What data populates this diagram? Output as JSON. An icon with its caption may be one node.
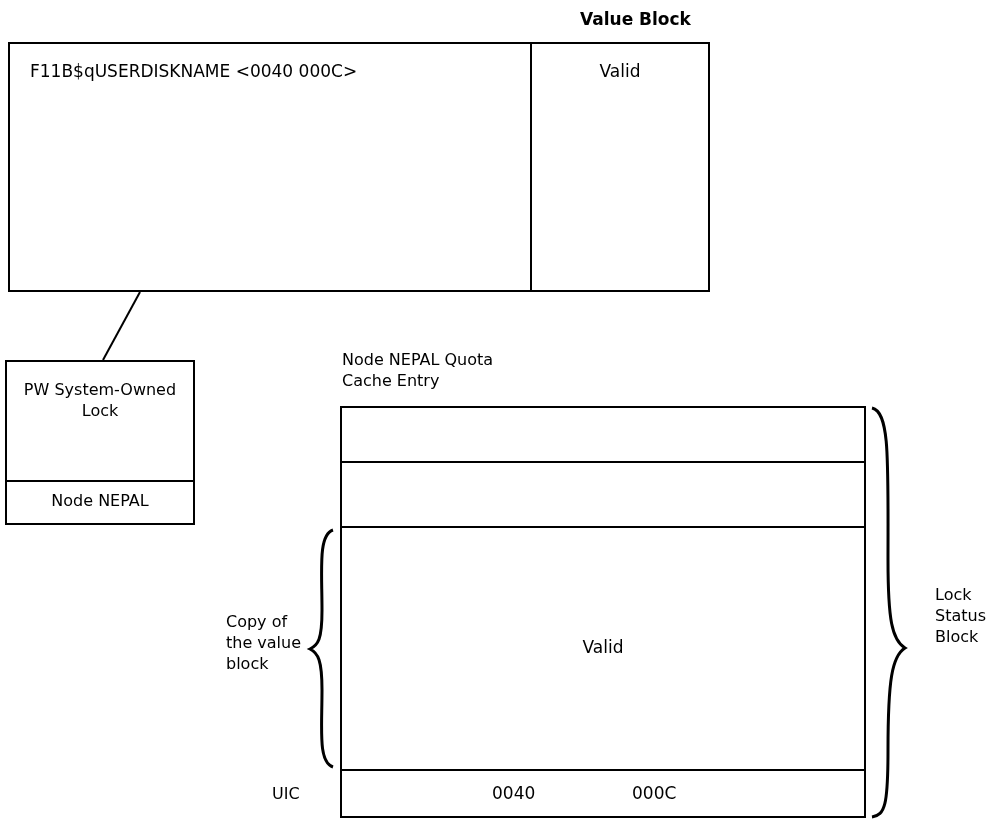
{
  "diagram": {
    "nodes": [
      {
        "text": [
          "F11B$qUSERDISKNAME <0040 000C>"
        ]
      },
      {
        "text": [
          "Value Block",
          "Valid"
        ]
      },
      {
        "text": [
          "PW System-Owned Lock"
        ]
      },
      {
        "text": [
          "Node NEPAL"
        ]
      },
      {
        "text": [
          "Node NEPAL Quota Cache Entry"
        ]
      },
      {
        "text": [],
        "shape": "box",
        "in": 4
      },
      {
        "text": [],
        "shape": "box",
        "in": 4
      },
      {
        "text": [
          "Valid"
        ],
        "in": 4
      },
      {
        "text": [
          "0040",
          "000C"
        ],
        "in": 4,
        "beside": [
          "UIC"
        ]
      }
    ],
    "edges": [
      {
        "from": 0,
        "to": 2,
        "arrow": "none"
      }
    ],
    "labels": [
      "Copy of the value block",
      "Lock Status Block"
    ]
  }
}
